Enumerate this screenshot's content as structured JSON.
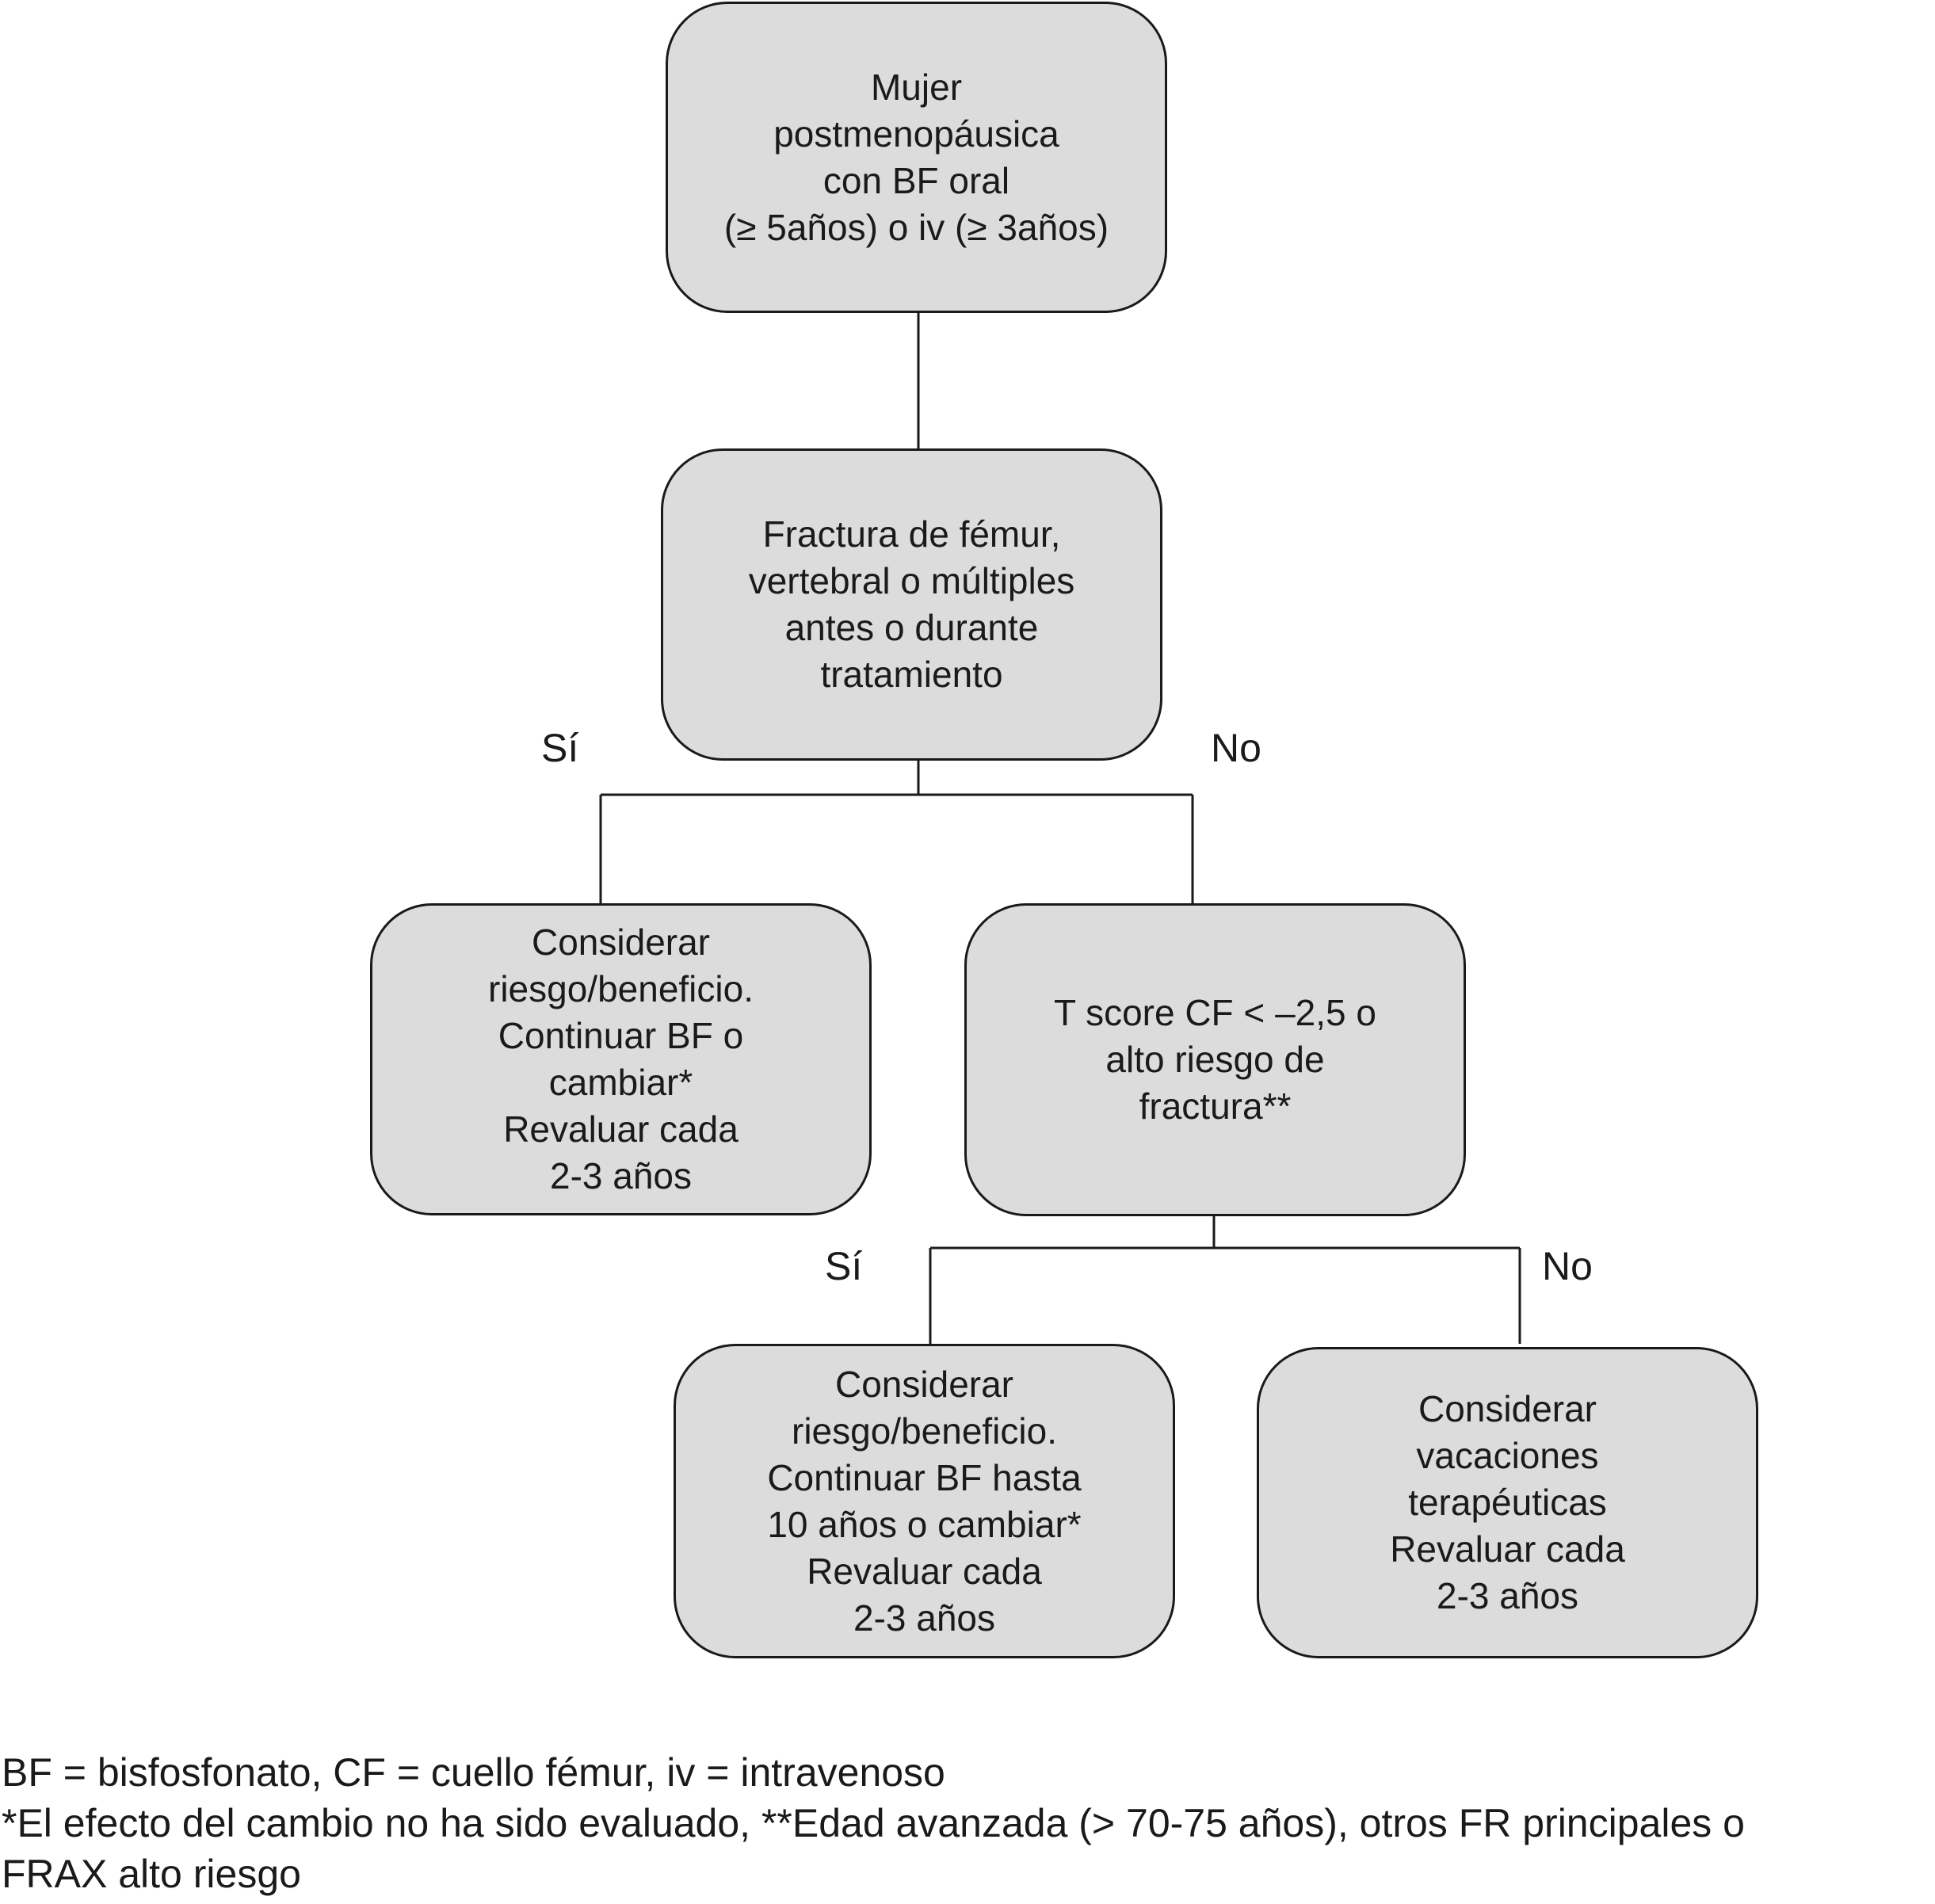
{
  "nodes": {
    "start": {
      "lines": [
        "Mujer",
        "postmenopáusica",
        "con BF oral",
        "(≥ 5años) o iv (≥ 3años)"
      ]
    },
    "fracture_question": {
      "lines": [
        "Fractura de fémur,",
        "vertebral o múltiples",
        "antes o durante",
        "tratamiento"
      ]
    },
    "fracture_yes": {
      "lines": [
        "Considerar",
        "riesgo/beneficio.",
        "Continuar BF o",
        "cambiar*",
        "Revaluar cada",
        "2-3 años"
      ]
    },
    "tscore_question": {
      "lines": [
        "T score CF < –2,5 o",
        "alto riesgo de",
        "fractura**"
      ]
    },
    "tscore_yes": {
      "lines": [
        "Considerar",
        "riesgo/beneficio.",
        "Continuar BF hasta",
        "10 años o cambiar*",
        "Revaluar cada",
        "2-3 años"
      ]
    },
    "tscore_no": {
      "lines": [
        "Considerar",
        "vacaciones",
        "terapéuticas",
        "Revaluar cada",
        "2-3 años"
      ]
    }
  },
  "branch_labels": {
    "fracture_yes": "Sí",
    "fracture_no": "No",
    "tscore_yes": "Sí",
    "tscore_no": "No"
  },
  "footnotes": [
    "BF = bisfosfonato, CF = cuello fémur, iv = intravenoso",
    "*El efecto del cambio no ha sido evaluado, **Edad avanzada (> 70-75 años), otros FR principales o",
    "FRAX alto riesgo"
  ],
  "colors": {
    "box_fill": "#dcdcdc",
    "stroke": "#1a1a1a",
    "background": "#ffffff"
  }
}
